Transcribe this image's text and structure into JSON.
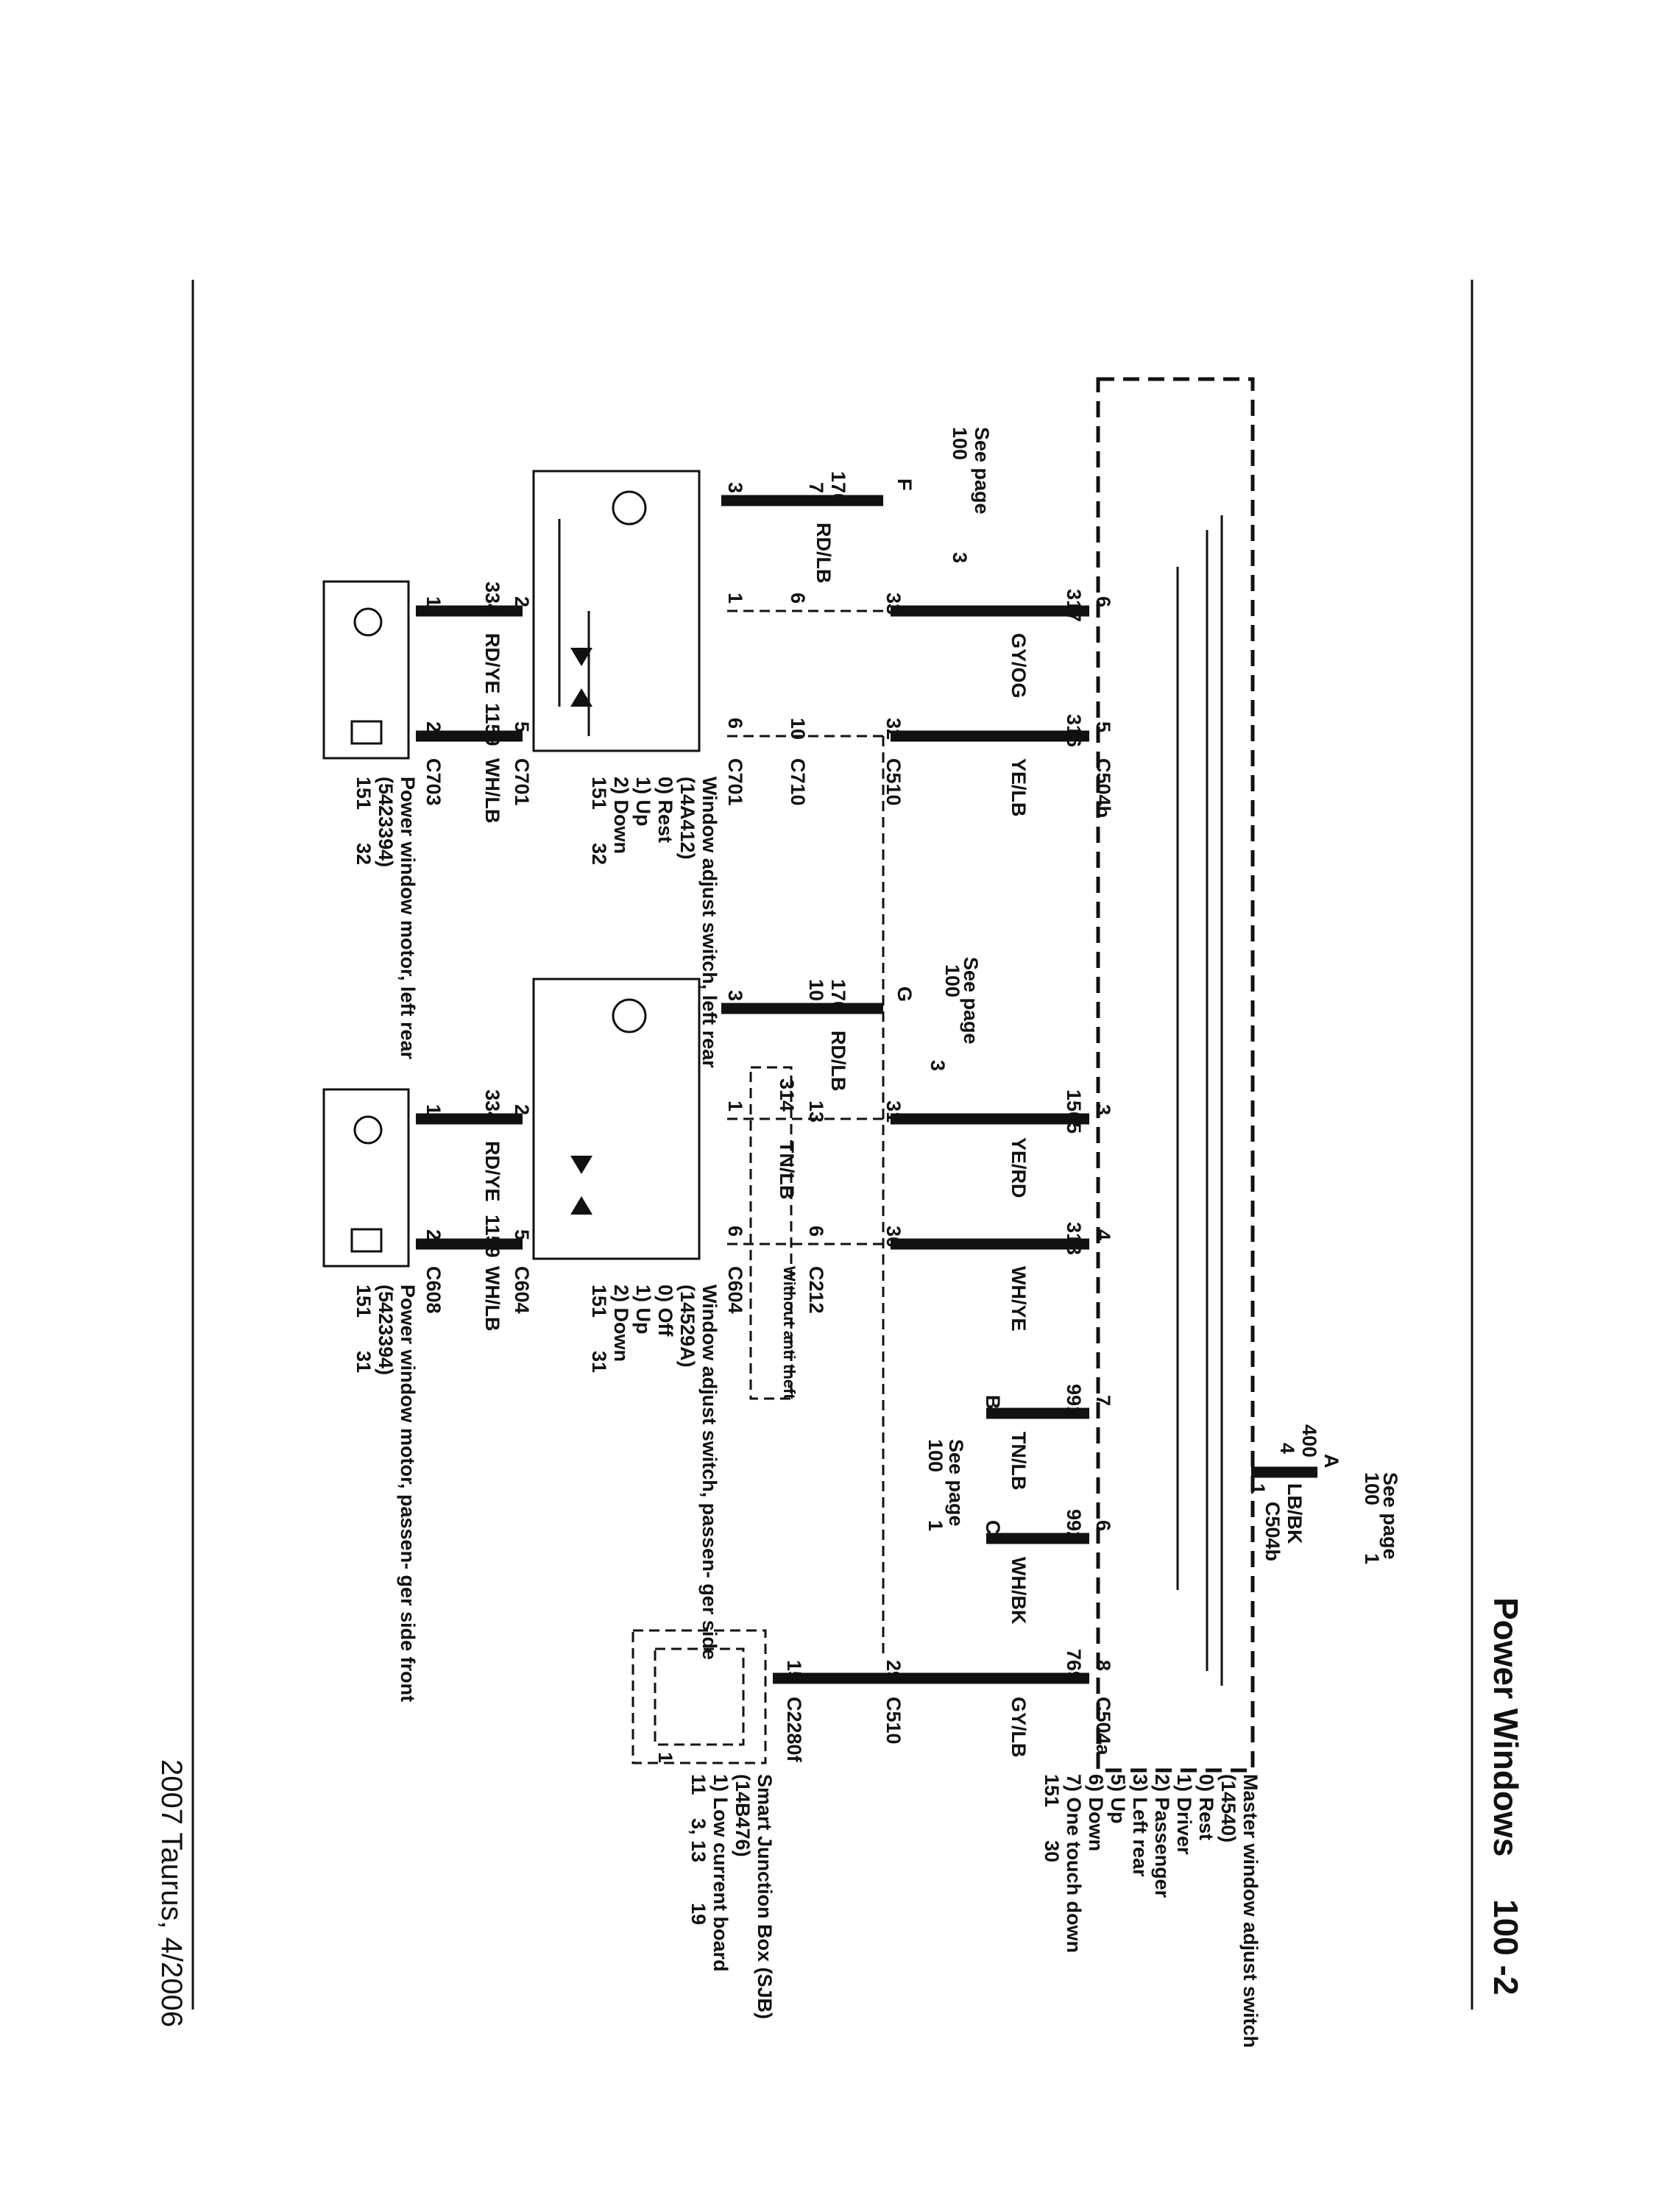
{
  "header": {
    "title": "Power Windows",
    "page_no": "100 -2"
  },
  "footer": {
    "text": "2007 Taurus, 4/2006"
  },
  "master_switch": {
    "name": "Master window adjust switch",
    "part": "(14540)",
    "legend": [
      "0) Rest",
      "1) Driver",
      "2) Passenger",
      "3) Left rear",
      "5) Up",
      "6) Down",
      "7) One touch down"
    ],
    "ref": [
      "151",
      "30"
    ],
    "connectors": [
      "C504b",
      "C504a",
      "C504b"
    ]
  },
  "left_rear": {
    "circuits": [
      {
        "pin_top": "6",
        "num": "317",
        "color": "GY/OG",
        "c510": "33",
        "c710": "6",
        "c701": "1"
      },
      {
        "pin_top": "5",
        "num": "316",
        "color": "YE/LB",
        "c510": "32",
        "c710": "10",
        "c701": "6"
      }
    ],
    "feed": {
      "marker": "F",
      "see_page": "See page",
      "page": "100",
      "sub": "3",
      "num": "170",
      "color": "RD/LB",
      "pin_c710": "7",
      "pin_c701": "3"
    },
    "switch": {
      "name": "Window adjust switch, left rear",
      "part": "(14A412)",
      "legend": [
        "0) Rest",
        "1) Up",
        "2) Down"
      ],
      "ref": [
        "151",
        "32"
      ]
    },
    "motor": {
      "name": "Power window motor, left rear",
      "part": "(5423394)",
      "ref": [
        "151",
        "32"
      ],
      "num": "334",
      "color1": "RD/YE",
      "num2": "1159",
      "color2": "WH/LB",
      "pin1": "1",
      "pin2": "2",
      "sw_pin1": "2",
      "sw_pin2": "5"
    },
    "labels": {
      "c504b": "C504b",
      "c510": "C510",
      "c710": "C710",
      "c701a": "C701",
      "c701b": "C701",
      "c703": "C703"
    }
  },
  "pass_front": {
    "circuits": [
      {
        "pin_top": "3",
        "num": "1505",
        "color": "YE/RD",
        "c510": "31",
        "c212": "13",
        "c604": "1"
      },
      {
        "pin_top": "4",
        "num": "313",
        "color": "WH/YE",
        "c510": "30",
        "c212": "6",
        "c604": "6"
      }
    ],
    "alt": {
      "num": "314",
      "color": "TN/LB",
      "note": "Without anti theft"
    },
    "feed": {
      "marker": "G",
      "see_page": "See page",
      "page": "100",
      "sub": "3",
      "num": "170",
      "color": "RD/LB",
      "pin_c212": "10",
      "pin_c604": "3"
    },
    "switch": {
      "name": "Window adjust switch, passen- ger side",
      "part": "(14529A)",
      "legend": [
        "0) Off",
        "1) Up",
        "2) Down"
      ],
      "ref": [
        "151",
        "31"
      ]
    },
    "motor": {
      "name": "Power window motor, passen- ger side front",
      "part": "(5423394)",
      "ref": [
        "151",
        "31"
      ],
      "num": "334",
      "color1": "RD/YE",
      "num2": "1159",
      "color2": "WH/LB",
      "pin1": "1",
      "pin2": "2",
      "sw_pin1": "2",
      "sw_pin2": "5"
    },
    "labels": {
      "c212": "C212",
      "c604a": "C604",
      "c604b": "C604",
      "c608": "C608"
    }
  },
  "right_group": {
    "circuits": [
      {
        "pin_top": "7",
        "num": "991",
        "color": "TN/LB",
        "marker": "B"
      },
      {
        "pin_top": "6",
        "num": "992",
        "color": "WH/BK",
        "marker": "C"
      }
    ],
    "see_page": "See page",
    "page": "100",
    "sub": "1",
    "power": {
      "marker": "A",
      "see_page": "See page",
      "page": "100",
      "sub": "1",
      "num": "400",
      "color": "LB/BK",
      "pin": "4",
      "pin2": "1",
      "conn": "C504b"
    }
  },
  "sjb": {
    "name": "Smart Junction Box (SJB)",
    "part": "(14B476)",
    "legend": [
      "1) Low current board"
    ],
    "refs": [
      "11",
      "3, 13",
      "19"
    ],
    "circuit": {
      "pin_top": "8",
      "num": "769",
      "color": "GY/LB",
      "c510": "29",
      "c2280f": "15",
      "conn_top": "C504a",
      "conn_mid": "C510",
      "conn_bot": "C2280f"
    },
    "pin_inner": "1"
  },
  "switch_states": {
    "s0": "0",
    "s1": "1",
    "s2": "2",
    "s5": "5",
    "s6": "6",
    "s7": "7",
    "s3": "3",
    "sA": "2",
    "sB": "3"
  }
}
